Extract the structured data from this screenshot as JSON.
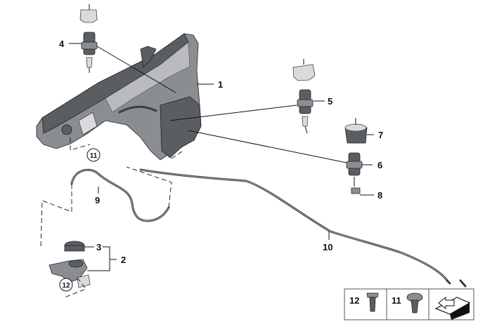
{
  "callouts": {
    "n1": "1",
    "n2": "2",
    "n3": "3",
    "n4": "4",
    "n5": "5",
    "n6": "6",
    "n7": "7",
    "n8": "8",
    "n9": "9",
    "n10": "10"
  },
  "circled": {
    "c11": "11",
    "c12": "12"
  },
  "legend": {
    "k12": "12",
    "k11": "11"
  },
  "colors": {
    "part_dark": "#5a5e63",
    "part_light": "#d9dadc",
    "line": "#111111"
  }
}
